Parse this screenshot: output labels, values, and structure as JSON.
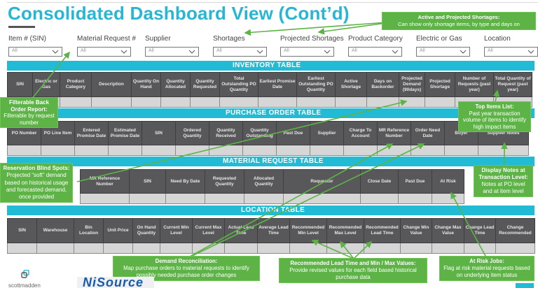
{
  "title": "Consolidated Dashboard View (Cont’d)",
  "filters": [
    {
      "label": "Item # (SIN)",
      "value": "All"
    },
    {
      "label": "Material Request #",
      "value": "All"
    },
    {
      "label": "Supplier",
      "value": "All"
    },
    {
      "label": "Shortages",
      "value": "All"
    },
    {
      "label": "Projected Shortages",
      "value": "All"
    },
    {
      "label": "Product Category",
      "value": "All"
    },
    {
      "label": "Electric or Gas",
      "value": "All"
    },
    {
      "label": "Location",
      "value": "All"
    }
  ],
  "tables": {
    "inventory": {
      "title": "INVENTORY TABLE",
      "columns": [
        "SIN",
        "Electric or Gas",
        "Product Category",
        "Description",
        "Quantity On Hand",
        "Quantity Allocated",
        "Quantity Requested",
        "Total Outstanding PO Quantity",
        "Earliest Promise Date",
        "Earliest Outstanding PO Quantity",
        "Active Shortage",
        "Days on Backorder",
        "Projected Demand (90days)",
        "Projected Shortage",
        "Number of Requests (past year)",
        "Total Quantity of Request (past year)"
      ]
    },
    "purchase_order": {
      "title": "PURCHASE ORDER TABLE",
      "columns": [
        "PO Number",
        "PO Line Item",
        "Entered Promise Date",
        "Estimated Promise Date",
        "SIN",
        "Ordered Quantity",
        "Quantity Received",
        "Quantity Outstanding",
        "Past Due",
        "Supplier",
        "Charge To Account",
        "MR Reference Number",
        "Order Need Date",
        "Buyer",
        "Supplier Notes"
      ]
    },
    "material_request": {
      "title": "MATERIAL REQUEST  TABLE",
      "columns": [
        "MR Reference Number",
        "SIN",
        "Need By Date",
        "Requested Quantity",
        "Allocated Quantity",
        "Requestor",
        "Close Date",
        "Past Due",
        "At Risk"
      ]
    },
    "location": {
      "title": "LOCATION TABLE",
      "columns": [
        "SIN",
        "Warehouse",
        "Bin Location",
        "Unit Price",
        "On Hand Quantity",
        "Current Min Level",
        "Current Max Level",
        "Actual Lead Time",
        "Average Lead Time",
        "Recommended Min Level",
        "Recommended Max Level",
        "Recommended Lead Time",
        "Change Min Value",
        "Change Max Value",
        "Change Lead Time",
        "Change Recommended"
      ]
    }
  },
  "callouts": {
    "shortages": {
      "title": "Active and Projected Shortages:",
      "body": "Can show only shortage items, by type and days on"
    },
    "back_order": {
      "title": "Filterable Back Order Report:",
      "body": "Filterable by request number"
    },
    "top_items": {
      "title": "Top Items List:",
      "body": "Past year transaction volume of items to identify high impact items"
    },
    "blind_spots": {
      "title": "Reservation Blind Spots:",
      "body": "Projected “soft” demand based on historical usage and forecasted demand, once provided"
    },
    "notes": {
      "title": "Display Notes at Transaction Level:",
      "body": "Notes at PO level and at item level"
    },
    "reconciliation": {
      "title": "Demand Reconciliation:",
      "body": "Map purchase orders to material requests to identify possibly needed purchase order changes"
    },
    "lead_time": {
      "title": "Recommended Lead Time and Min / Max Values:",
      "body": "Provide revised values for each field based historical purchase data"
    },
    "at_risk": {
      "title": "At Risk Jobs:",
      "body": "Flag at risk material requests based on underlying item status"
    }
  },
  "logos": {
    "left": "scottmadden",
    "right": "NiSource"
  },
  "colors": {
    "accent": "#27b6d3",
    "band": "#22bbd6",
    "header": "#58585a",
    "callout": "#5db345",
    "row": "#d6d6d6"
  }
}
